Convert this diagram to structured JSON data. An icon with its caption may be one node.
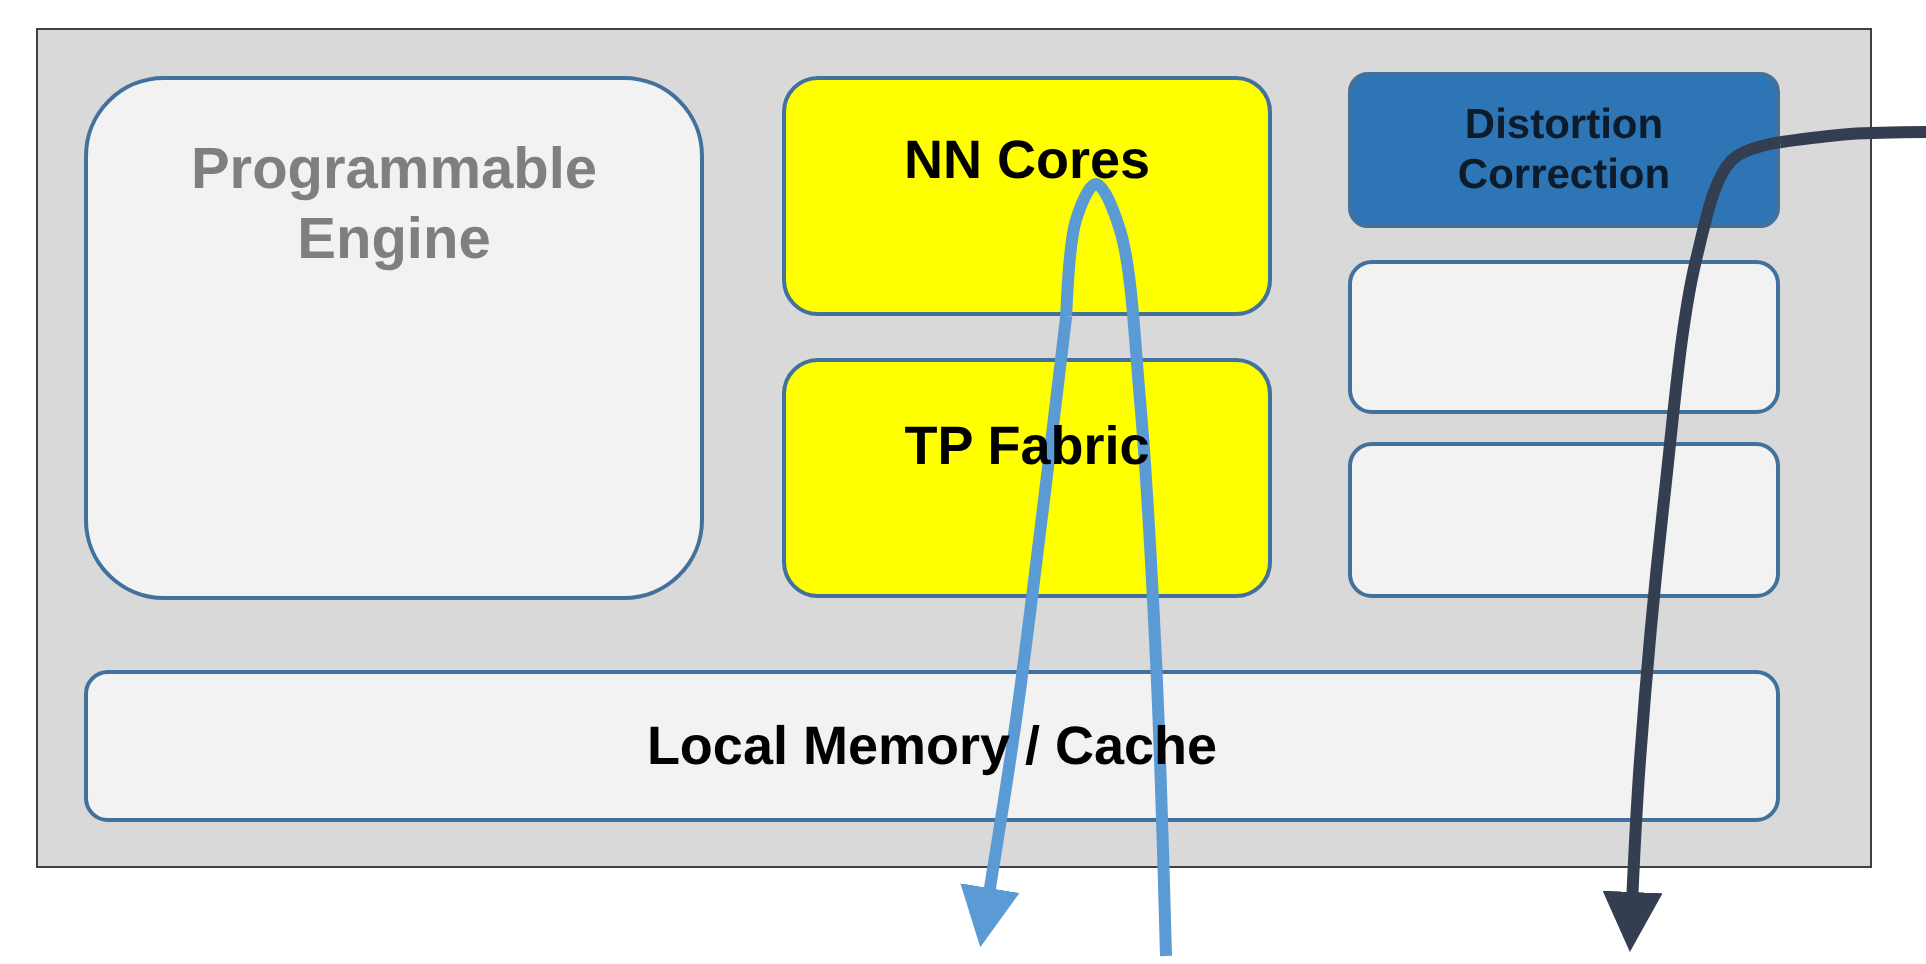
{
  "diagram": {
    "nodes": [
      {
        "text": [],
        "shape": "box"
      },
      {
        "text": [
          "Programmable Engine"
        ],
        "in": 0
      },
      {
        "text": [
          "NN Cores"
        ],
        "in": 0
      },
      {
        "text": [
          "TP Fabric"
        ],
        "in": 0
      },
      {
        "text": [
          "Distortion Correction"
        ],
        "in": 0
      },
      {
        "text": [],
        "shape": "box",
        "in": 0
      },
      {
        "text": [],
        "shape": "box",
        "in": 0
      },
      {
        "text": [
          "Local Memory / Cache"
        ],
        "in": 0
      }
    ],
    "edges": [
      {
        "from": null,
        "to": 2,
        "arrow": "none",
        "color": "#5b9bd5"
      },
      {
        "from": 2,
        "to": null,
        "arrow": "to",
        "color": "#5b9bd5"
      },
      {
        "from": null,
        "to": 4,
        "arrow": "none",
        "color": "#333f50"
      },
      {
        "from": 4,
        "to": null,
        "arrow": "to",
        "color": "#333f50"
      }
    ]
  }
}
